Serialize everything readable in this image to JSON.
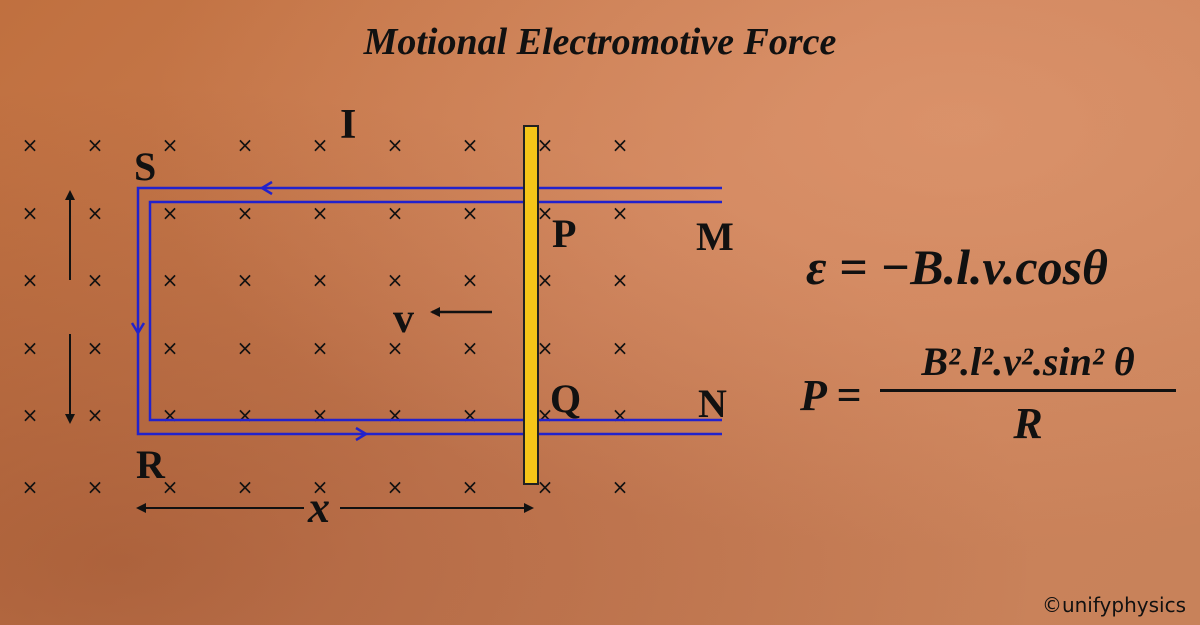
{
  "title": "Motional Electromotive Force",
  "labels": {
    "S": "S",
    "P": "P",
    "M": "M",
    "Q": "Q",
    "N": "N",
    "R": "R",
    "I": "I",
    "v": "v",
    "x": "x"
  },
  "field_symbol": "×",
  "equations": {
    "emf": "ε = −B.l.v.cosθ",
    "power_lhs": "P =",
    "power_numerator": "B².l².v².sin² θ",
    "power_denominator": "R"
  },
  "credit": "©unifyphysics",
  "colors": {
    "wire": "#2222cc",
    "rod": "#f5c518",
    "rod_border": "#222222",
    "text": "#111111"
  }
}
